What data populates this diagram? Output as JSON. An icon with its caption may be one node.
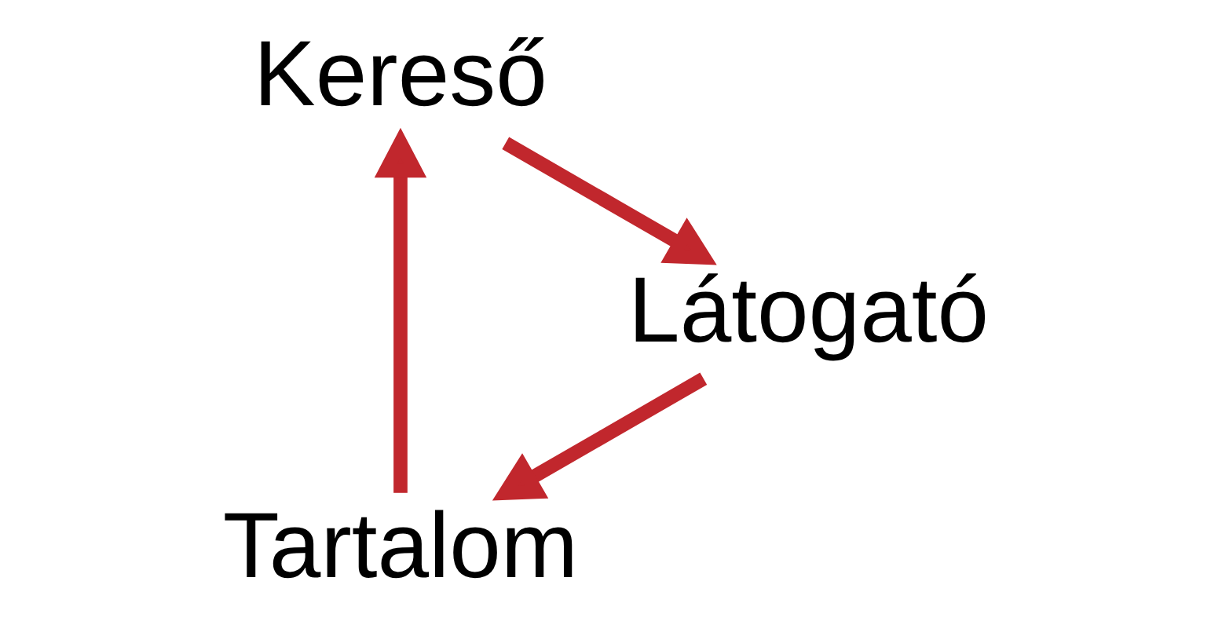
{
  "diagram": {
    "nodes": [
      {
        "text": [
          "Tartalom"
        ]
      },
      {
        "text": [
          "Kereső"
        ]
      },
      {
        "text": [
          "Látogató"
        ]
      }
    ],
    "edges": [
      {
        "from": 0,
        "to": 1,
        "arrow": "to"
      },
      {
        "from": 1,
        "to": 2,
        "arrow": "to"
      },
      {
        "from": 2,
        "to": 0,
        "arrow": "to"
      }
    ]
  }
}
